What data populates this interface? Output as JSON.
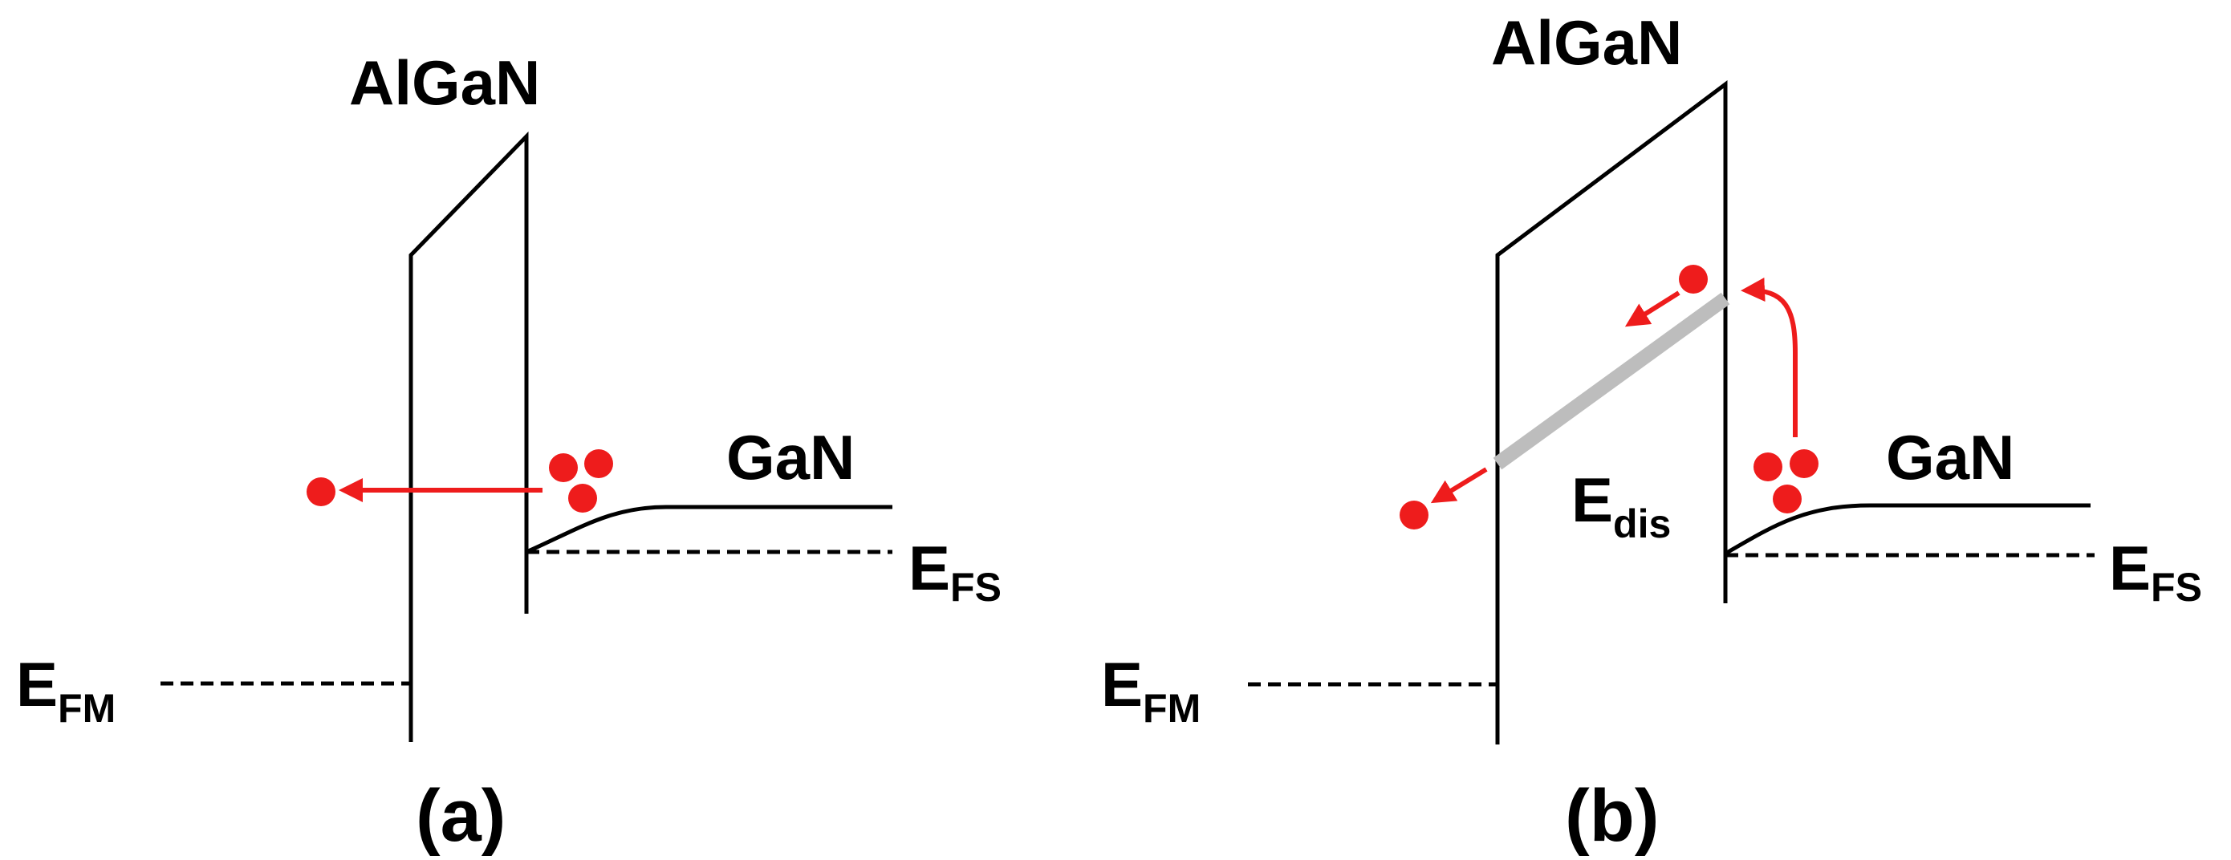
{
  "panel_a": {
    "barrier_label": "AlGaN",
    "channel_label": "GaN",
    "metal_fermi_main": "E",
    "metal_fermi_sub": "FM",
    "surface_fermi_main": "E",
    "surface_fermi_sub": "FS",
    "caption": "(a)"
  },
  "panel_b": {
    "barrier_label": "AlGaN",
    "channel_label": "GaN",
    "metal_fermi_main": "E",
    "metal_fermi_sub": "FM",
    "surface_fermi_main": "E",
    "surface_fermi_sub": "FS",
    "dislocation_main": "E",
    "dislocation_sub": "dis",
    "caption": "(b)"
  },
  "colors": {
    "electron": "#ee1c1c",
    "dislocation_level": "#bdbdbd",
    "band_line": "#000000"
  }
}
